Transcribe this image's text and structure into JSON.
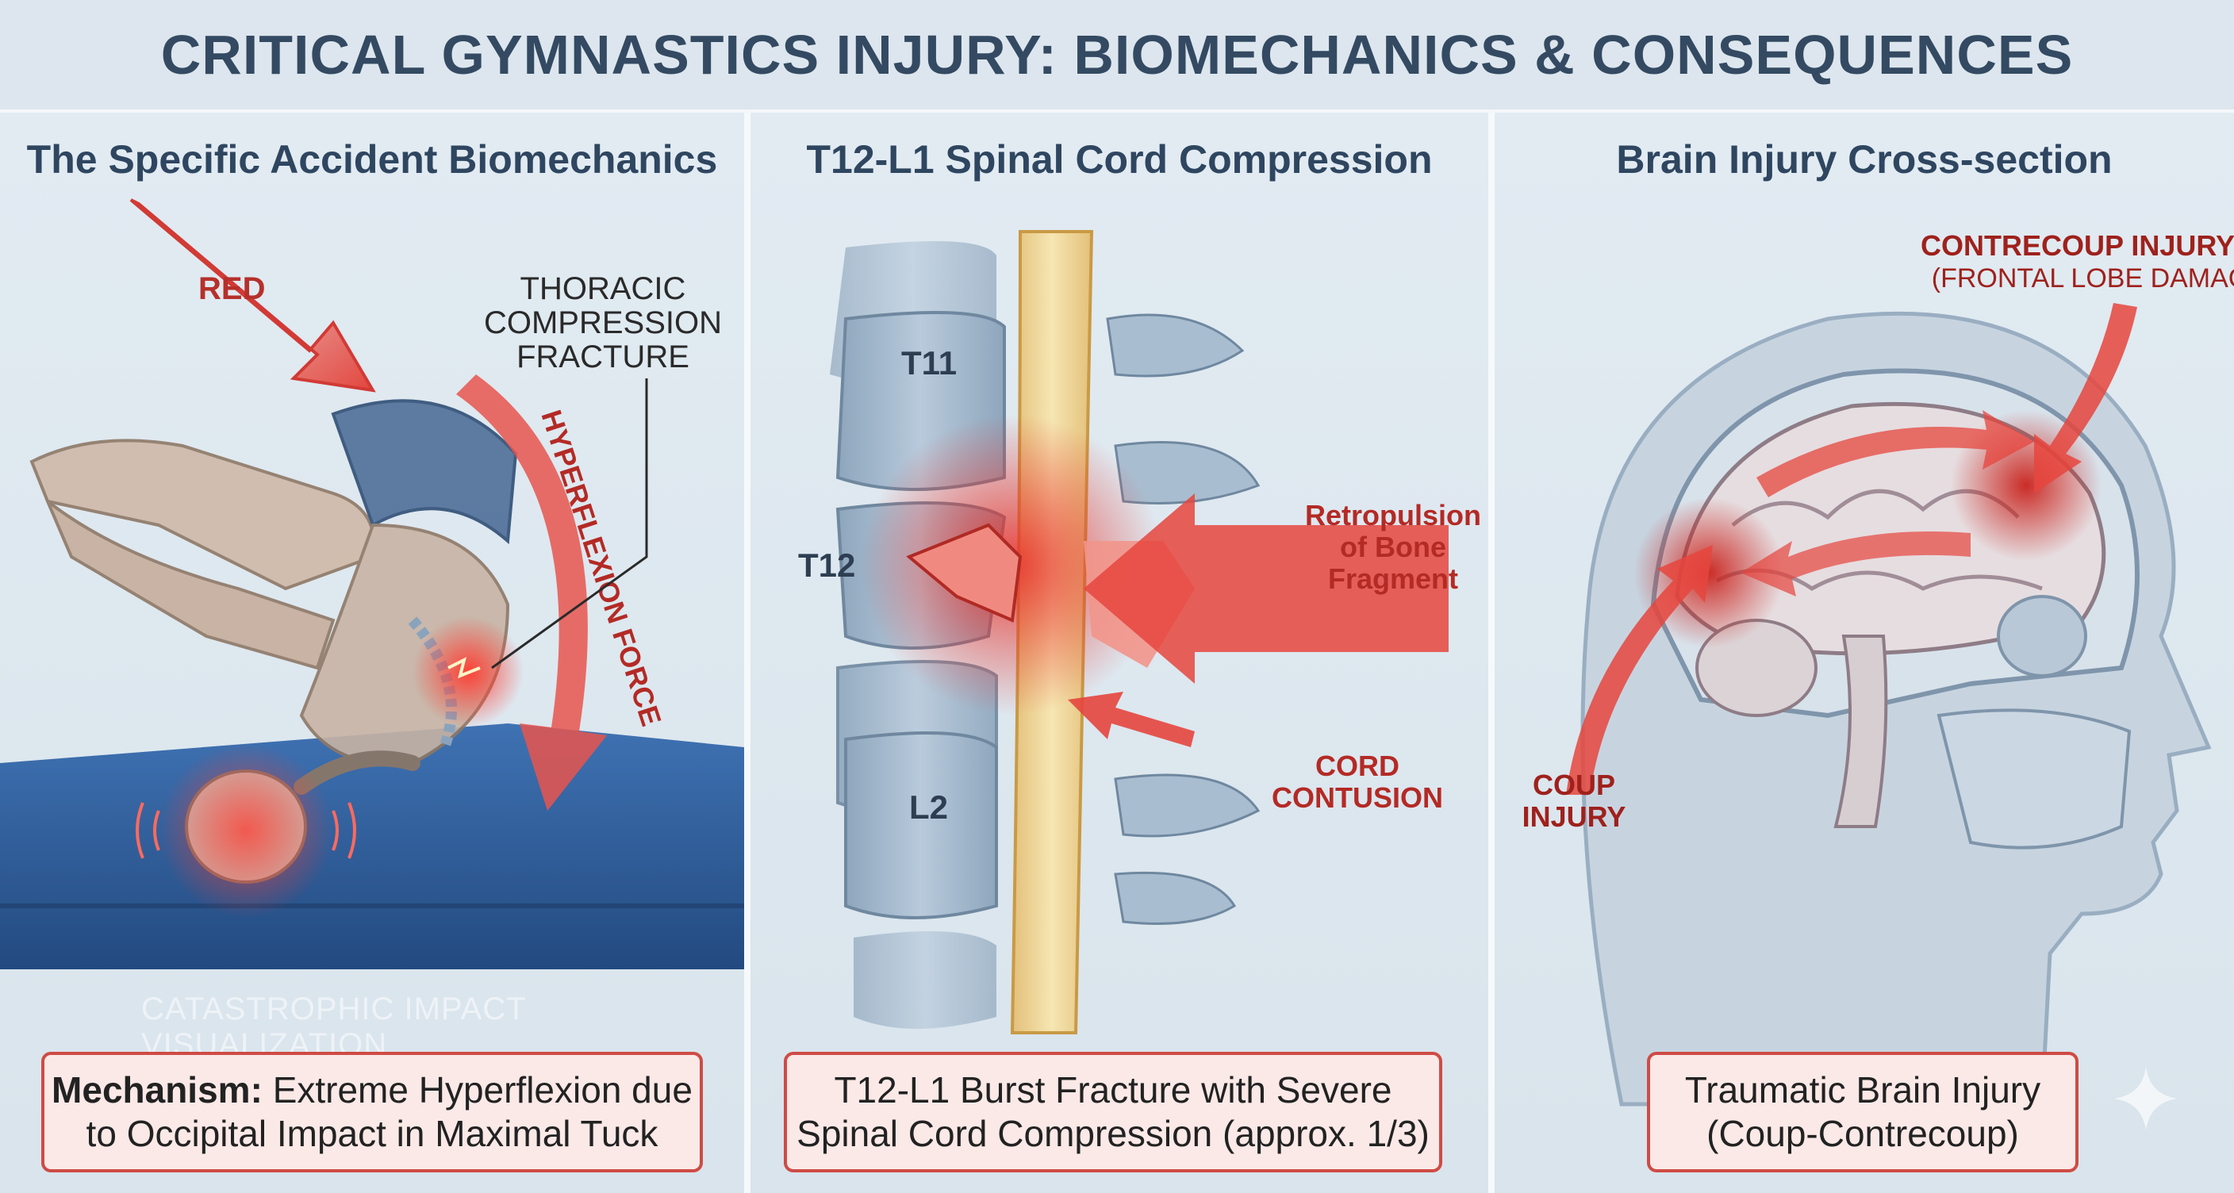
{
  "title": "CRITICAL GYMNASTICS INJURY: BIOMECHANICS & CONSEQUENCES",
  "panels": {
    "left": {
      "title": "The Specific Accident Biomechanics",
      "arrow_label": "RED",
      "fracture_label": [
        "THORACIC",
        "COMPRESSION",
        "FRACTURE"
      ],
      "force_label": "HYPERFLEXION FORCE",
      "impact_caption": "CATASTROPHIC IMPACT VISUALIZATION",
      "mechanism_label": "Mechanism:",
      "mechanism_text_1": "Extreme Hyperflexion due",
      "mechanism_text_2": "to Occipital Impact in Maximal Tuck"
    },
    "middle": {
      "title": "T12-L1 Spinal Cord Compression",
      "vertebrae": {
        "t11": "T11",
        "t12": "T12",
        "l2": "L2"
      },
      "retropulsion_label": [
        "Retropulsion",
        "of Bone",
        "Fragment"
      ],
      "contusion_label": [
        "CORD",
        "CONTUSION"
      ],
      "caption_1": "T12-L1 Burst Fracture with Severe",
      "caption_2": "Spinal Cord Compression (approx. 1/3)"
    },
    "right": {
      "title": "Brain Injury Cross-section",
      "contrecoup_label": "CONTRECOUP INJURY",
      "contrecoup_sub": "(FRONTAL LOBE DAMAGE)",
      "coup_label": [
        "COUP",
        "INJURY"
      ],
      "caption_1": "Traumatic Brain Injury",
      "caption_2": "(Coup-Contrecoup)"
    }
  },
  "colors": {
    "title_text": "#344a62",
    "injury_red": "#d23a35",
    "caption_border": "#cf4b45",
    "caption_fill": "#fbe9e7",
    "bone_blue": "#a9bdd0",
    "mat_blue": "#2e5d9a"
  }
}
